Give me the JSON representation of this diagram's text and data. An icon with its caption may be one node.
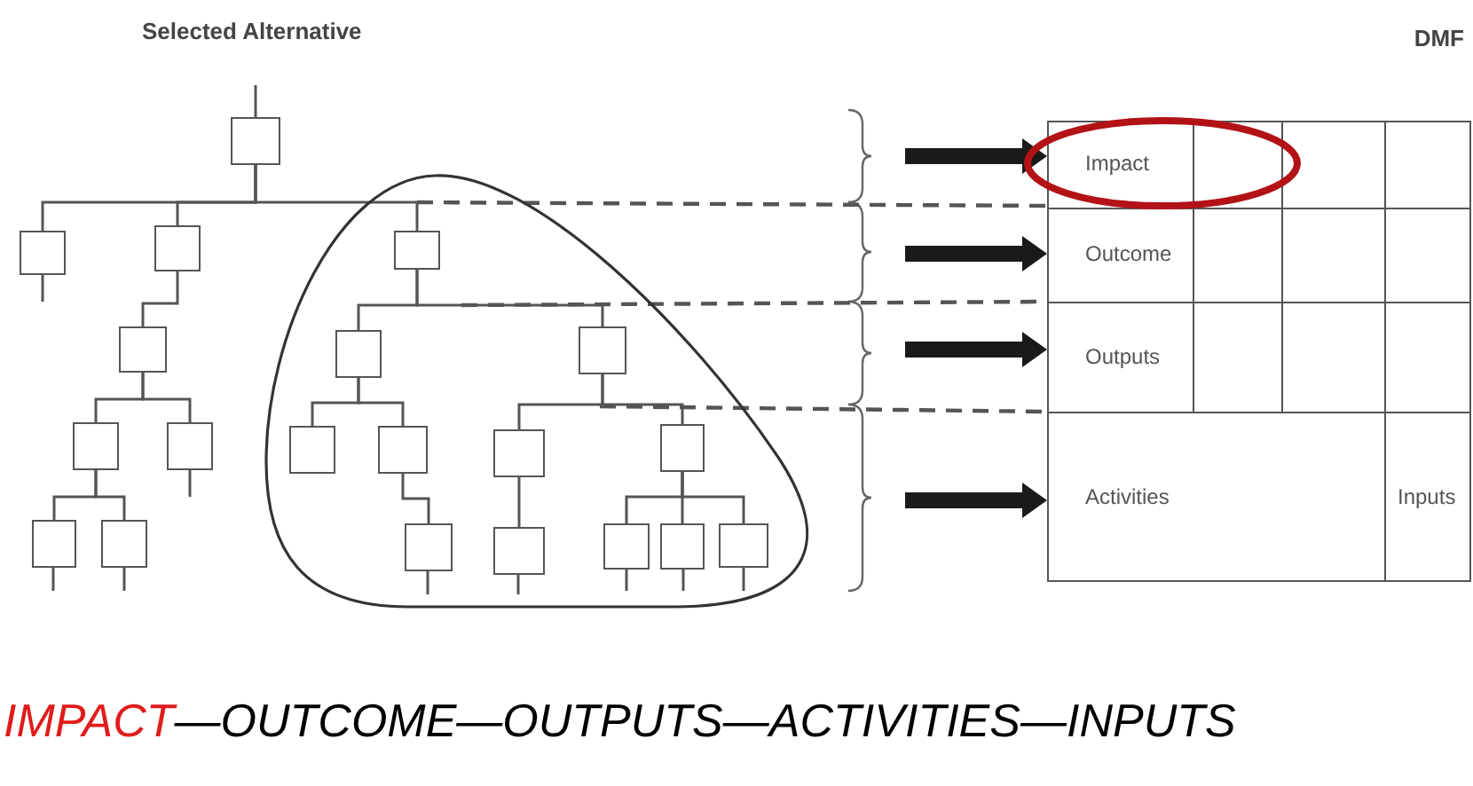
{
  "diagram": {
    "nodes": [
      {
        "text": [],
        "shape": "box"
      },
      {
        "text": [],
        "shape": "box"
      },
      {
        "text": [],
        "shape": "box"
      },
      {
        "text": [],
        "shape": "ellipse"
      },
      {
        "text": [],
        "shape": "box",
        "in": 3
      },
      {
        "text": [],
        "shape": "box"
      },
      {
        "text": [],
        "shape": "box",
        "in": 3
      },
      {
        "text": [],
        "shape": "box",
        "in": 3
      },
      {
        "text": [],
        "shape": "box"
      },
      {
        "text": [],
        "shape": "box"
      },
      {
        "text": [],
        "shape": "box",
        "in": 3
      },
      {
        "text": [],
        "shape": "box",
        "in": 3
      },
      {
        "text": [],
        "shape": "box",
        "in": 3
      },
      {
        "text": [],
        "shape": "box",
        "in": 3
      },
      {
        "text": [],
        "shape": "box"
      },
      {
        "text": [],
        "shape": "box"
      },
      {
        "text": [],
        "shape": "box",
        "in": 3
      },
      {
        "text": [],
        "shape": "box",
        "in": 3
      },
      {
        "text": [],
        "shape": "box",
        "in": 3
      },
      {
        "text": [],
        "shape": "box",
        "in": 3
      },
      {
        "text": [],
        "shape": "box",
        "in": 3
      },
      {
        "text": [
          "DMF"
        ]
      },
      {
        "text": [
          "Impact"
        ],
        "in": 21
      },
      {
        "text": [
          "Outcome"
        ],
        "in": 21
      },
      {
        "text": [
          "Outputs"
        ],
        "in": 21
      },
      {
        "text": [
          "Activities"
        ],
        "in": 21
      },
      {
        "text": [
          "Inputs"
        ],
        "in": 21
      }
    ],
    "edges": [
      {
        "from": 0,
        "to": 1,
        "arrow": "none"
      },
      {
        "from": 0,
        "to": 2,
        "arrow": "none"
      },
      {
        "from": 0,
        "to": 4,
        "arrow": "none"
      },
      {
        "from": 2,
        "to": 5,
        "arrow": "none"
      },
      {
        "from": 4,
        "to": 6,
        "arrow": "none"
      },
      {
        "from": 4,
        "to": 7,
        "arrow": "none"
      },
      {
        "from": 5,
        "to": 8,
        "arrow": "none"
      },
      {
        "from": 5,
        "to": 9,
        "arrow": "none"
      },
      {
        "from": 6,
        "to": 10,
        "arrow": "none"
      },
      {
        "from": 6,
        "to": 11,
        "arrow": "none"
      },
      {
        "from": 7,
        "to": 12,
        "arrow": "none"
      },
      {
        "from": 7,
        "to": 13,
        "arrow": "none"
      },
      {
        "from": 8,
        "to": 14,
        "arrow": "none"
      },
      {
        "from": 8,
        "to": 15,
        "arrow": "none"
      },
      {
        "from": 11,
        "to": 16,
        "arrow": "none"
      },
      {
        "from": 12,
        "to": 17,
        "arrow": "none"
      },
      {
        "from": 13,
        "to": 18,
        "arrow": "none"
      },
      {
        "from": 13,
        "to": 19,
        "arrow": "none"
      },
      {
        "from": 13,
        "to": 20,
        "arrow": "none"
      },
      {
        "from": null,
        "to": 22,
        "arrow": "to",
        "style": "thick",
        "color": "#1a1a1a"
      },
      {
        "from": null,
        "to": 23,
        "arrow": "to",
        "style": "thick",
        "color": "#1a1a1a"
      },
      {
        "from": null,
        "to": 24,
        "arrow": "to",
        "style": "thick",
        "color": "#1a1a1a"
      },
      {
        "from": null,
        "to": 25,
        "arrow": "to",
        "style": "thick",
        "color": "#1a1a1a"
      },
      {
        "from": null,
        "to": 21,
        "arrow": "none",
        "style": "dashed"
      },
      {
        "from": null,
        "to": 21,
        "arrow": "none",
        "style": "dashed"
      },
      {
        "from": null,
        "to": 21,
        "arrow": "none",
        "style": "dashed"
      }
    ],
    "labels": [
      "Selected Alternative",
      "IMPACT",
      "—OUTCOME—OUTPUTS—ACTIVITIES—INPUTS"
    ]
  }
}
